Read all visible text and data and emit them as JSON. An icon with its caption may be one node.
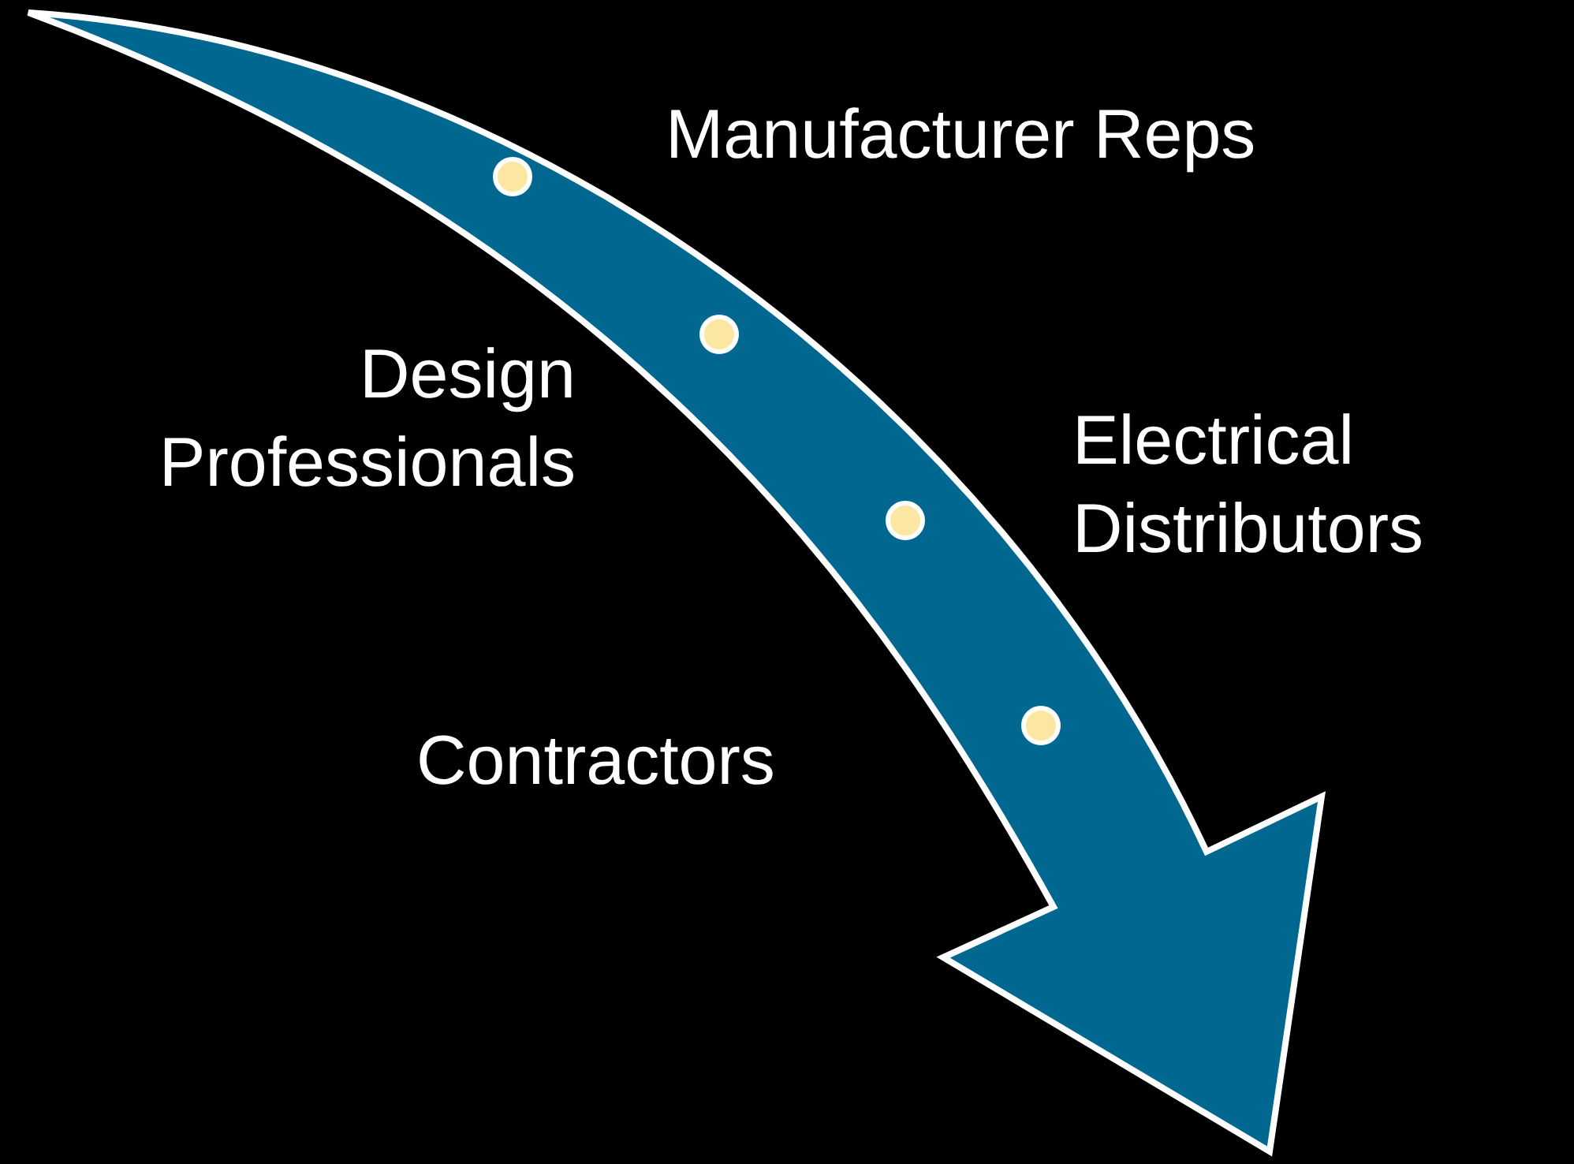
{
  "diagram": {
    "labels": [
      "Manufacturer Reps",
      "Design Professionals",
      "Electrical Distributors",
      "Contractors"
    ]
  }
}
